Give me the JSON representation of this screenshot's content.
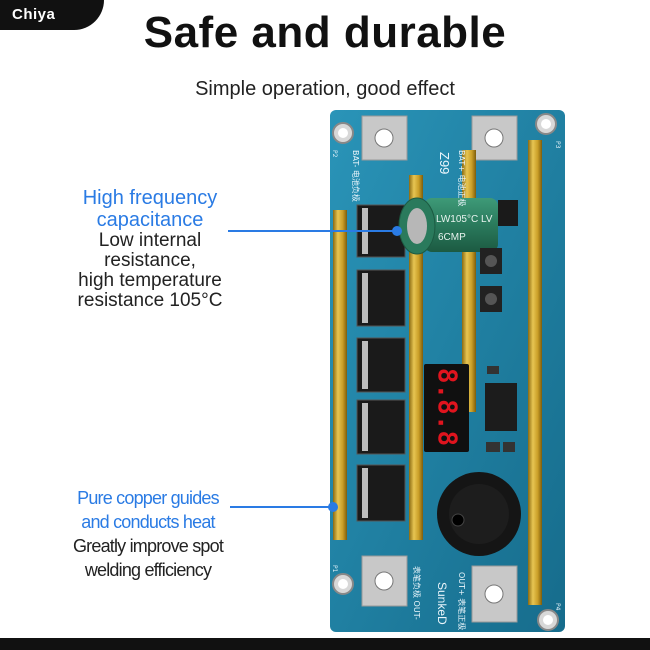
{
  "brand": "Chiya",
  "title": "Safe and durable",
  "subtitle": "Simple operation, good effect",
  "callouts": [
    {
      "head_lines": [
        "High frequency",
        "capacitance"
      ],
      "desc_lines": [
        "Low internal",
        "resistance,",
        "high temperature",
        "resistance 105°C"
      ]
    },
    {
      "head_lines": [
        "Pure copper guides",
        "and conducts heat"
      ],
      "desc_lines": [
        "Greatly improve spot",
        "welding efficiency"
      ]
    }
  ],
  "board": {
    "model": "Z99",
    "maker": "SunkeD",
    "capacitor_text": [
      "LW105°C LV",
      "6CMP"
    ],
    "display_digits": "8.8.8",
    "pad_labels": {
      "top_left": "BAT- 电池负极",
      "top_right": "BAT+ 电池正极",
      "bottom_left": "表笔负极 OUT-",
      "bottom_right": "OUT+ 表笔正极",
      "pad_p2": "P2",
      "pad_p3": "P3",
      "pad_p1": "P1",
      "pad_p4": "P4"
    }
  },
  "colors": {
    "accent": "#2a7be4",
    "pcb": "#1e7ea0",
    "copper": "#c9a12c",
    "led": "#e0141e"
  }
}
